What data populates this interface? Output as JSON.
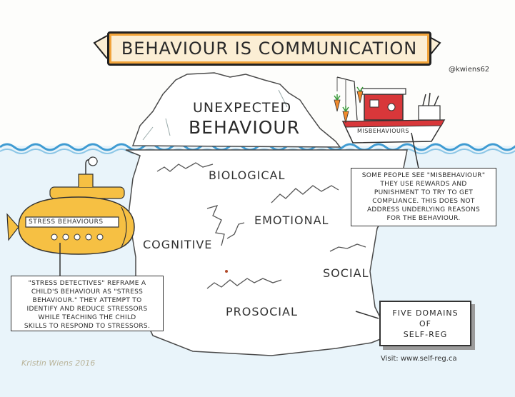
{
  "banner": {
    "title": "BEHAVIOUR IS COMMUNICATION"
  },
  "author_handle": "@kwiens62",
  "iceberg": {
    "tip_line1": "UNEXPECTED",
    "tip_line2": "BEHAVIOUR",
    "domains": [
      "BIOLOGICAL",
      "EMOTIONAL",
      "COGNITIVE",
      "SOCIAL",
      "PROSOCIAL"
    ]
  },
  "boat": {
    "label": "MISBEHAVIOURS",
    "note_lines": [
      "SOME PEOPLE SEE \"MISBEHAVIOUR\"",
      "THEY USE REWARDS AND",
      "PUNISHMENT TO TRY TO GET",
      "COMPLIANCE. THIS DOES NOT",
      "ADDRESS UNDERLYING REASONS",
      "FOR THE BEHAVIOUR."
    ]
  },
  "submarine": {
    "label": "STRESS BEHAVIOURS",
    "note_lines": [
      "\"STRESS DETECTIVES\" REFRAME A",
      "CHILD'S BEHAVIOUR AS \"STRESS",
      "BEHAVIOUR.\" THEY ATTEMPT TO",
      "IDENTIFY AND REDUCE STRESSORS",
      "WHILE TEACHING THE CHILD",
      "SKILLS TO RESPOND TO STRESSORS."
    ]
  },
  "self_reg_box": {
    "line1": "FIVE DOMAINS",
    "line2": "OF",
    "line3": "SELF-REG"
  },
  "visit_text": "Visit: www.self-reg.ca",
  "signature": "Kristin Wiens 2016",
  "colors": {
    "water": "#3f9bd2",
    "water_fill": "#d9edf7",
    "banner_fill": "#fbeed4",
    "banner_outline": "#f2a43a",
    "boat_red": "#d8373a",
    "submarine_yellow": "#f6c043",
    "carrot": "#f18a2c"
  }
}
